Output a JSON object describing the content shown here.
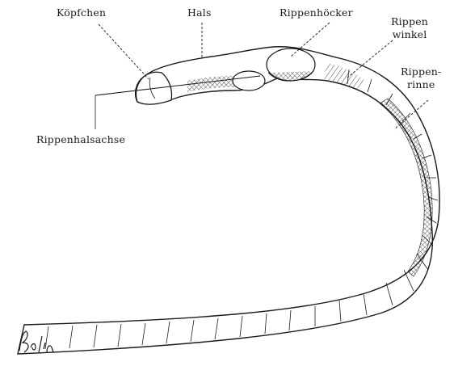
{
  "figure": {
    "labels": {
      "koepfchen": "Köpfchen",
      "hals": "Hals",
      "rippenhoecker": "Rippenhöcker",
      "rippenwinkel_line1": "Rippen",
      "rippenwinkel_line2": "winkel",
      "rippenrinne_line1": "Rippen-",
      "rippenrinne_line2": "rinne",
      "rippenhalsachse": "Rippenhalsachse"
    },
    "signature": "Balin",
    "colors": {
      "ink": "#1a1a1a",
      "background": "#ffffff"
    }
  }
}
